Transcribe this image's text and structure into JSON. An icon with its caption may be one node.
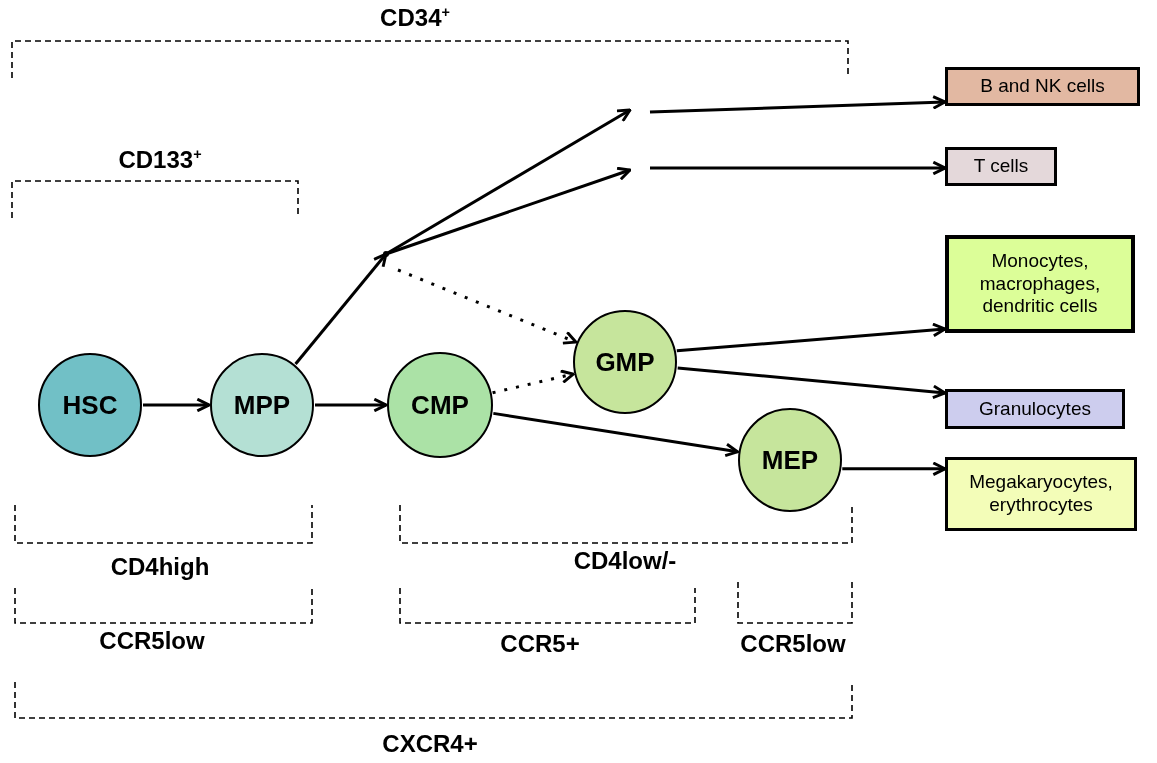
{
  "diagram": {
    "nodes": [
      {
        "text": [
          "HSC"
        ]
      },
      {
        "text": [
          "MPP"
        ]
      },
      {
        "text": [
          "CMP"
        ]
      },
      {
        "text": [
          "GMP"
        ]
      },
      {
        "text": [
          "MEP"
        ]
      },
      {
        "text": [
          "B and NK cells"
        ]
      },
      {
        "text": [
          "T cells"
        ]
      },
      {
        "text": [
          "Monocytes, macrophages, dendritic cells"
        ]
      },
      {
        "text": [
          "Granulocytes"
        ]
      },
      {
        "text": [
          "Megakaryocytes, erythrocytes"
        ]
      },
      {
        "text": [],
        "shape": "point"
      }
    ],
    "edges": [
      {
        "from": 0,
        "to": 1,
        "arrow": "to"
      },
      {
        "from": 1,
        "to": 2,
        "arrow": "to"
      },
      {
        "from": 1,
        "to": 10,
        "arrow": "to"
      },
      {
        "from": 10,
        "to": null,
        "arrow": "to"
      },
      {
        "from": 10,
        "to": null,
        "arrow": "to"
      },
      {
        "from": null,
        "to": 5,
        "arrow": "to"
      },
      {
        "from": null,
        "to": 6,
        "arrow": "to"
      },
      {
        "from": null,
        "to": 3,
        "arrow": "to",
        "style": "dashed"
      },
      {
        "from": 2,
        "to": 3,
        "arrow": "to",
        "style": "dashed"
      },
      {
        "from": 2,
        "to": 4,
        "arrow": "to"
      },
      {
        "from": 3,
        "to": 7,
        "arrow": "to"
      },
      {
        "from": 3,
        "to": 8,
        "arrow": "to"
      },
      {
        "from": 4,
        "to": 9,
        "arrow": "to"
      }
    ],
    "labels": [
      "CD34$^{+}$",
      "CD133$^{+}$",
      "CD4high",
      "CD4low/-",
      "CCR5low",
      "CCR5+",
      "CCR5low",
      "CXCR4+"
    ]
  }
}
